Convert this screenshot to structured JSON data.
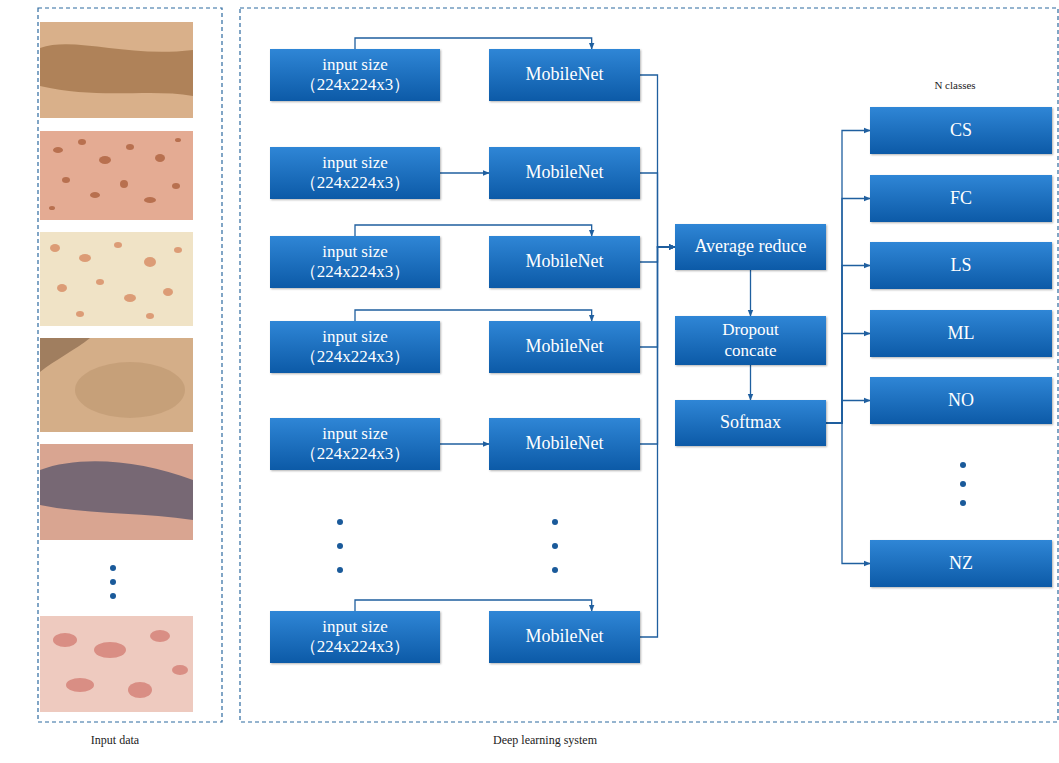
{
  "diagram": {
    "nodes": [
      {
        "text": [
          "input size （224x224x3）"
        ]
      },
      {
        "text": [
          "input size （224x224x3）"
        ]
      },
      {
        "text": [
          "input size （224x224x3）"
        ]
      },
      {
        "text": [
          "input size （224x224x3）"
        ]
      },
      {
        "text": [
          "input size （224x224x3）"
        ]
      },
      {
        "text": [
          "input size （224x224x3）"
        ]
      },
      {
        "text": [
          "MobileNet"
        ]
      },
      {
        "text": [
          "MobileNet"
        ]
      },
      {
        "text": [
          "MobileNet"
        ]
      },
      {
        "text": [
          "MobileNet"
        ]
      },
      {
        "text": [
          "MobileNet"
        ]
      },
      {
        "text": [
          "MobileNet"
        ]
      },
      {
        "text": [
          "Average reduce"
        ]
      },
      {
        "text": [
          "Dropout concate"
        ]
      },
      {
        "text": [
          "Softmax"
        ]
      },
      {
        "text": [
          "CS"
        ]
      },
      {
        "text": [
          "FC"
        ]
      },
      {
        "text": [
          "LS"
        ]
      },
      {
        "text": [
          "ML"
        ]
      },
      {
        "text": [
          "NO"
        ]
      },
      {
        "text": [
          "NZ"
        ]
      }
    ],
    "edges": [
      {
        "from": 0,
        "to": 6,
        "arrow": "to"
      },
      {
        "from": 1,
        "to": 7,
        "arrow": "to"
      },
      {
        "from": 2,
        "to": 8,
        "arrow": "to"
      },
      {
        "from": 3,
        "to": 9,
        "arrow": "to"
      },
      {
        "from": 4,
        "to": 10,
        "arrow": "to"
      },
      {
        "from": 5,
        "to": 11,
        "arrow": "to"
      },
      {
        "from": 6,
        "to": 12,
        "arrow": "to"
      },
      {
        "from": 7,
        "to": 12,
        "arrow": "to"
      },
      {
        "from": 8,
        "to": 12,
        "arrow": "to"
      },
      {
        "from": 9,
        "to": 12,
        "arrow": "to"
      },
      {
        "from": 10,
        "to": 12,
        "arrow": "to"
      },
      {
        "from": 11,
        "to": 12,
        "arrow": "to"
      },
      {
        "from": 12,
        "to": 13,
        "arrow": "to"
      },
      {
        "from": 13,
        "to": 14,
        "arrow": "to"
      },
      {
        "from": 14,
        "to": 15,
        "arrow": "to"
      },
      {
        "from": 14,
        "to": 16,
        "arrow": "to"
      },
      {
        "from": 14,
        "to": 17,
        "arrow": "to"
      },
      {
        "from": 14,
        "to": 18,
        "arrow": "to"
      },
      {
        "from": 14,
        "to": 19,
        "arrow": "to"
      },
      {
        "from": 14,
        "to": 20,
        "arrow": "to"
      }
    ],
    "labels": [
      "Input data",
      "Deep learning system",
      "N classes"
    ]
  }
}
